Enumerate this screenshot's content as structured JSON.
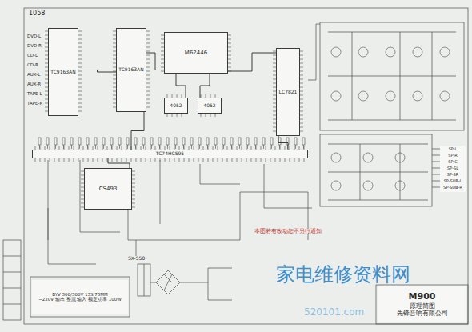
{
  "diagram": {
    "title": "原理简图",
    "nodes": [
      {
        "text": [
          "TC9163AN"
        ]
      },
      {
        "text": [
          "TC9163AN"
        ]
      },
      {
        "text": [
          "M62446"
        ]
      },
      {
        "text": [
          "4052"
        ]
      },
      {
        "text": [
          "4052"
        ]
      },
      {
        "text": [
          "LC7821"
        ]
      },
      {
        "text": [
          "TC74HC595"
        ]
      },
      {
        "text": [
          "CS493"
        ]
      },
      {
        "text": [
          "M900",
          "原理简图",
          "先锋音响有限公司"
        ]
      },
      {
        "text": [
          "SP-L"
        ]
      },
      {
        "text": [
          "SP-R"
        ]
      },
      {
        "text": [
          "SP-C"
        ]
      },
      {
        "text": [
          "SP-SL"
        ]
      },
      {
        "text": [
          "SP-SR"
        ]
      },
      {
        "text": [
          "SP-SUB-L"
        ]
      },
      {
        "text": [
          "SP-SUB-R"
        ]
      },
      {
        "text": [
          "BYV 300/300V 13S.73MM",
          "~220V 输出 整流 输入 额定功率 100W"
        ]
      }
    ],
    "edges": [
      {
        "from": 0,
        "to": 1,
        "arrow": "none"
      },
      {
        "from": 1,
        "to": 2,
        "arrow": "none"
      },
      {
        "from": 2,
        "to": 3,
        "arrow": "none"
      },
      {
        "from": 2,
        "to": 4,
        "arrow": "none"
      },
      {
        "from": 2,
        "to": 5,
        "arrow": "none"
      },
      {
        "from": 1,
        "to": 6,
        "arrow": "none"
      },
      {
        "from": 5,
        "to": 6,
        "arrow": "none"
      },
      {
        "from": 6,
        "to": 7,
        "arrow": "none"
      }
    ],
    "labels": [
      "1058",
      "DVD-L",
      "DVD-R",
      "CD-L",
      "CD-R",
      "AUX-L",
      "AUX-R",
      "TAPE-L",
      "TAPE-R",
      "SX-550",
      "本图若有改动恕不另行通知",
      "家电维修资料网",
      "520101.com"
    ]
  }
}
